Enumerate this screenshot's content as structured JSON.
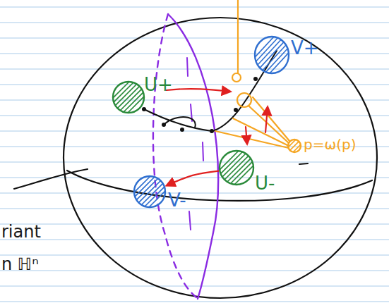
{
  "diagram": {
    "nodes": [
      {
        "text": [
          "V+"
        ]
      },
      {
        "text": [
          "U+"
        ]
      },
      {
        "text": [
          "p=ω(p)"
        ]
      },
      {
        "text": [
          "U-"
        ]
      },
      {
        "text": [
          "V-"
        ]
      }
    ],
    "edges": [
      {
        "from": 3,
        "to": 4,
        "arrow": "to"
      }
    ],
    "labels": [
      "riant",
      "n ℍⁿ"
    ]
  }
}
